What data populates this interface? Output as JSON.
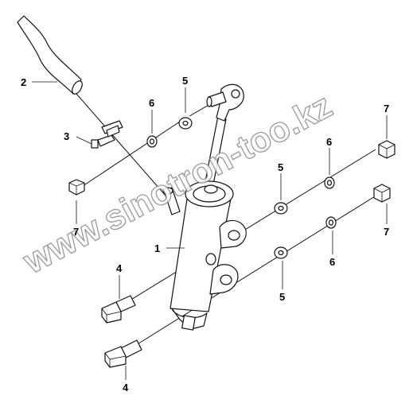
{
  "callouts": {
    "hose": "2",
    "bolt_small": "3",
    "washer_flat_top": "5",
    "washer_lock_top": "6",
    "nut_left": "7",
    "cylinder": "1",
    "nut_top_right": "7",
    "washer_lock_right_top": "6",
    "washer_flat_mid": "5",
    "nut_mid_right": "7",
    "washer_lock_right_low": "6",
    "washer_flat_low": "5",
    "bolt_upper": "4",
    "bolt_lower": "4"
  },
  "watermark": "www.sinotron-too.kz"
}
